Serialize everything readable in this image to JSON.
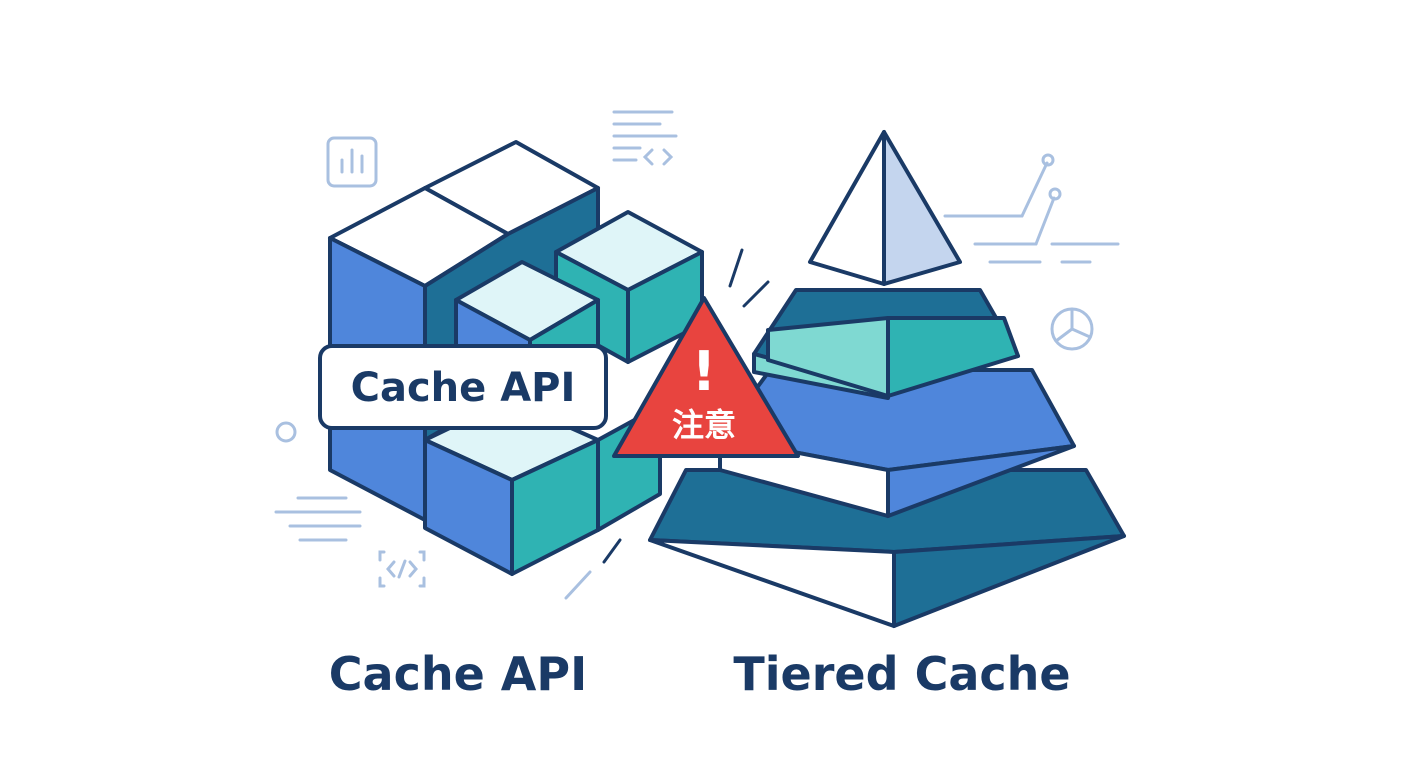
{
  "badge_label": "Cache API",
  "warning": {
    "mark": "!",
    "text": "注意"
  },
  "captions": {
    "left": "Cache API",
    "right": "Tiered Cache"
  },
  "colors": {
    "outline": "#1a3a66",
    "blue": "#4f86db",
    "teal": "#2fb3b3",
    "dark_teal": "#1e6f96",
    "mint": "#7fd9d2",
    "pale": "#dff5f8",
    "lavender": "#c4d5ee",
    "warning_red": "#e8443f",
    "decor": "#a9c0e0"
  },
  "icons": [
    "bar-chart-icon",
    "code-list-icon",
    "circuit-icon",
    "pie-icon",
    "code-bracket-icon",
    "dot-icon"
  ]
}
